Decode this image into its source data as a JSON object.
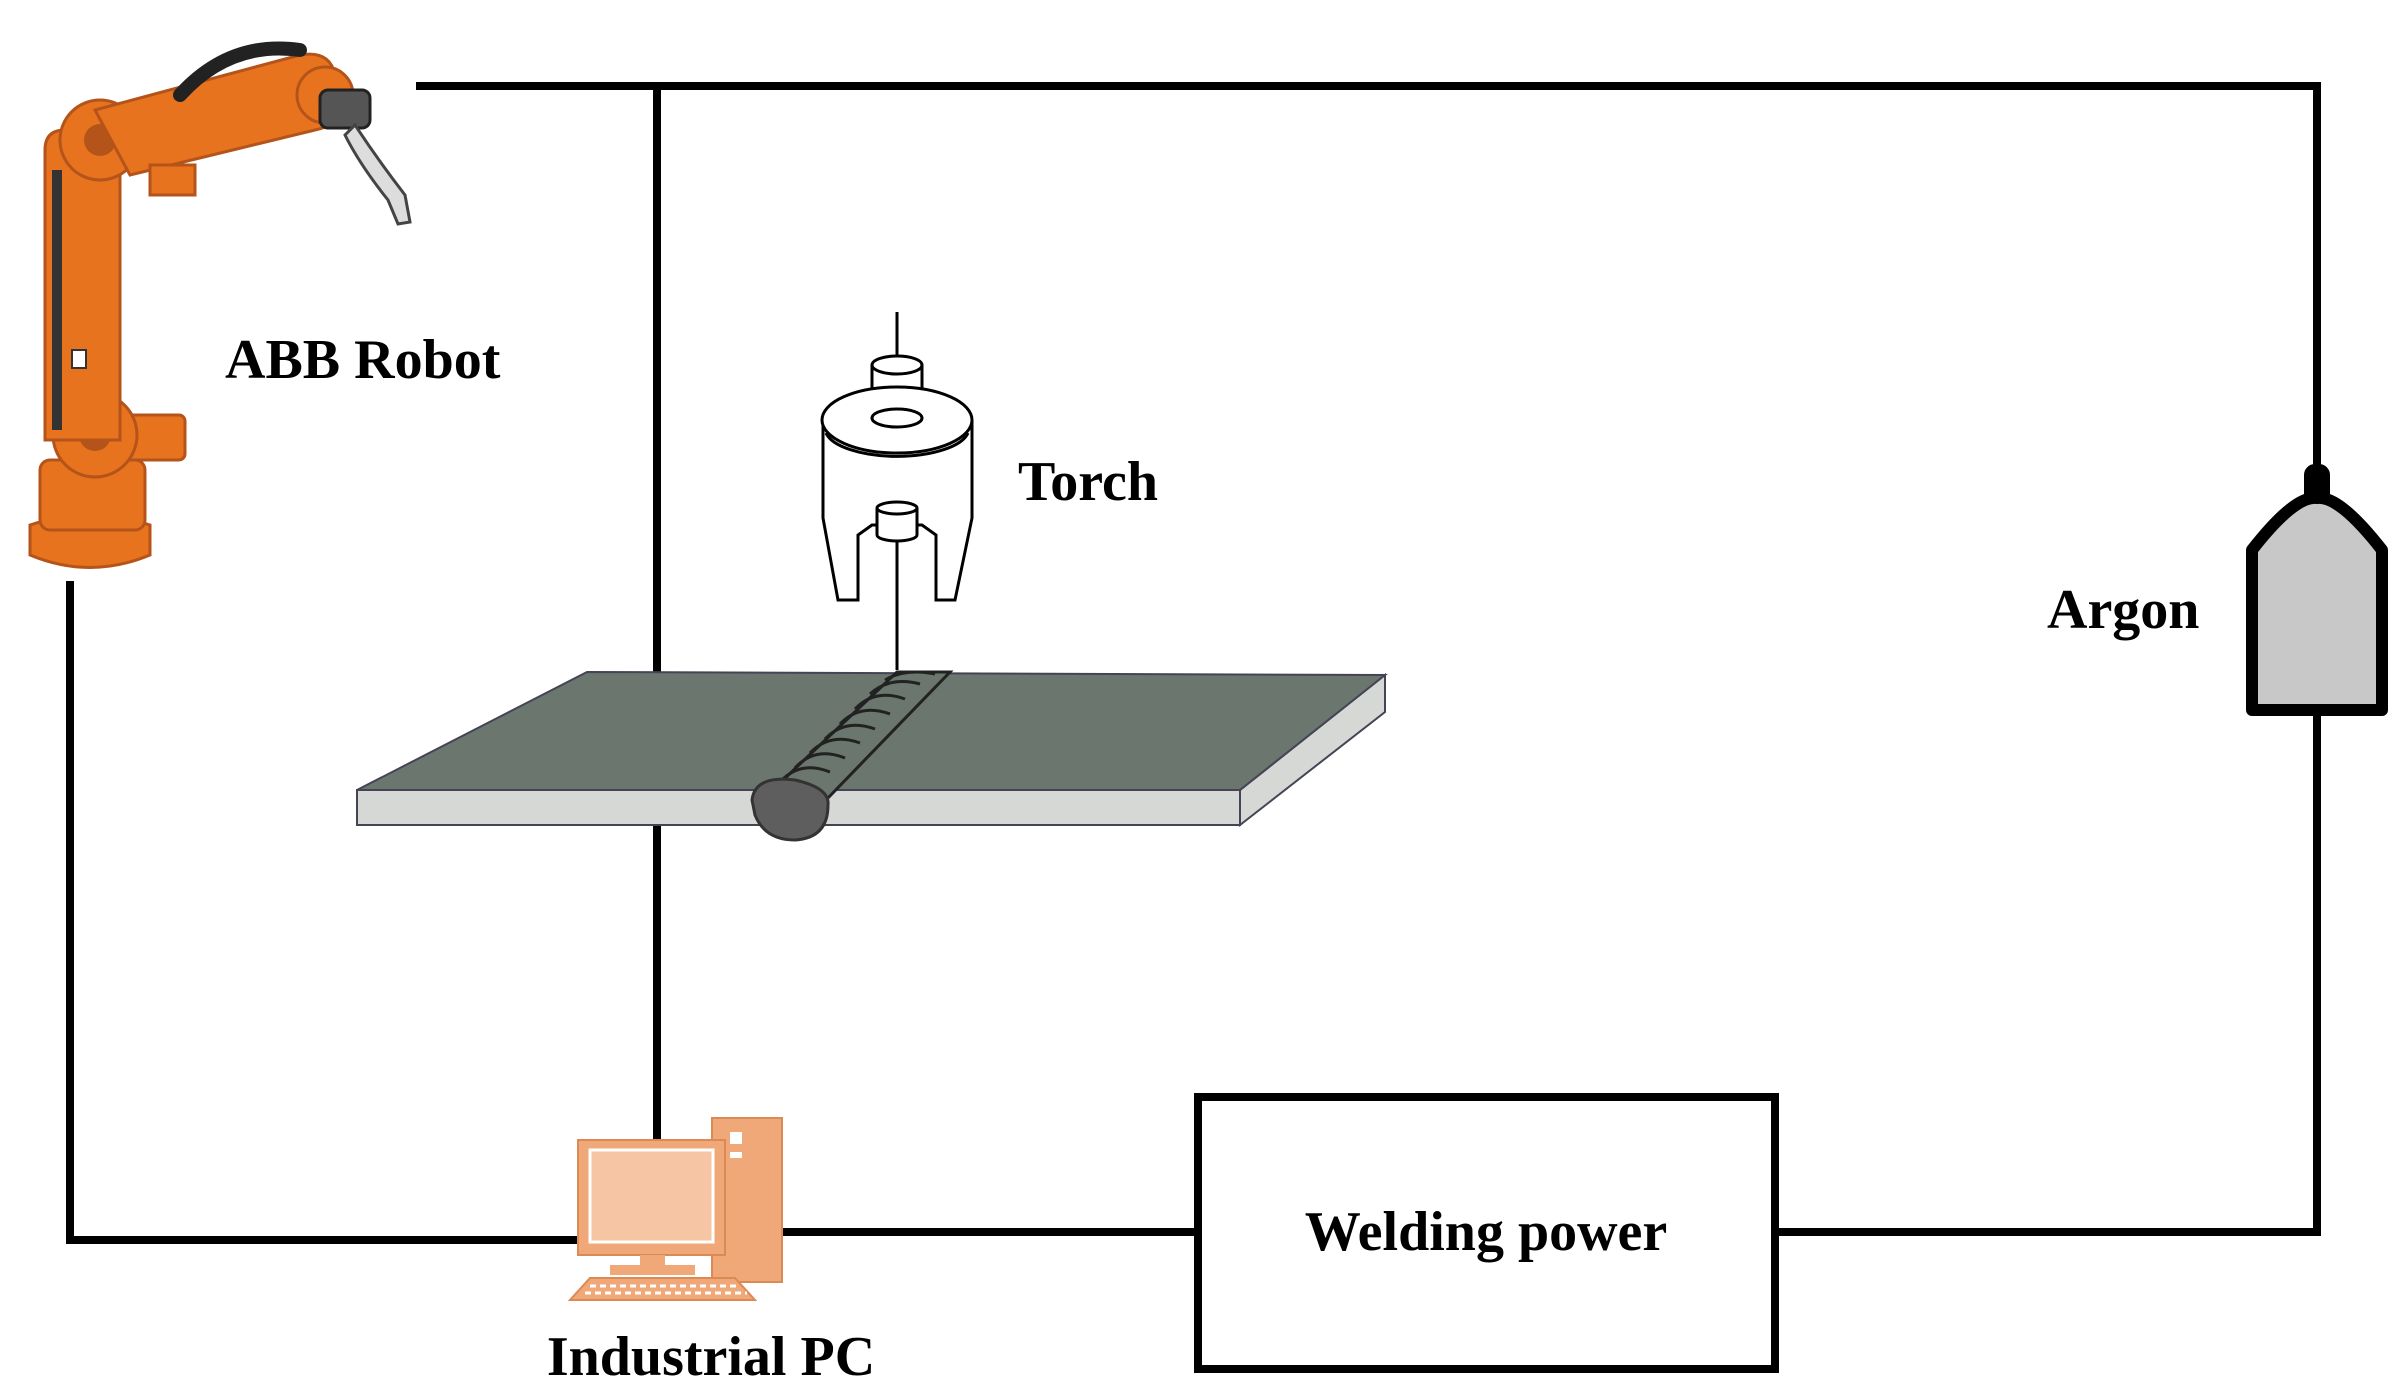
{
  "labels": {
    "robot": "ABB Robot",
    "torch": "Torch",
    "argon": "Argon",
    "welding_power": "Welding power",
    "industrial_pc": "Industrial PC"
  },
  "icons": {
    "robot": "industrial-robot-arm-icon",
    "torch": "welding-torch-icon",
    "gas_cylinder": "gas-cylinder-icon",
    "computer": "desktop-computer-icon",
    "workpiece": "metal-plate-with-weld-bead"
  },
  "colors": {
    "line": "#000000",
    "robot": "#e8731f",
    "robot_dark": "#b4541a",
    "plate_top": "#6b766e",
    "plate_side": "#d6d8d5",
    "weld_bead": "#5e5e5e",
    "cylinder": "#c8c8c8",
    "computer": "#f0a878"
  }
}
